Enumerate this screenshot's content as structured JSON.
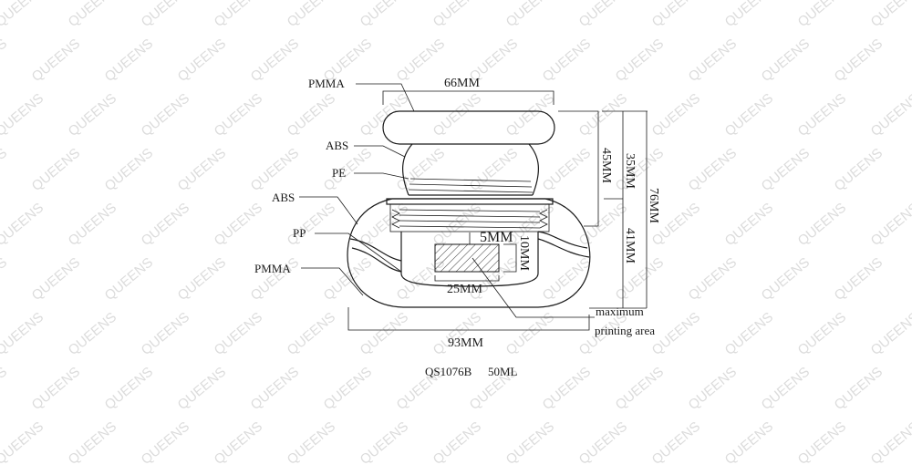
{
  "watermark": "QUEENS",
  "materials": {
    "cap_top": "PMMA",
    "cap_neck": "ABS",
    "liner": "PE",
    "jar_shoulder": "ABS",
    "inner_cup": "PP",
    "jar_outer": "PMMA"
  },
  "dimensions": {
    "cap_width": "66MM",
    "cap_height": "45MM",
    "upper_height": "35MM",
    "total_height": "76MM",
    "lower_height": "41MM",
    "total_width": "93MM",
    "print_height": "5MM",
    "print_vertical": "10MM",
    "print_width": "25MM"
  },
  "printing_area": {
    "line1": "maximum",
    "line2": "printing area"
  },
  "caption": {
    "model": "QS1076B",
    "volume": "50ML"
  }
}
